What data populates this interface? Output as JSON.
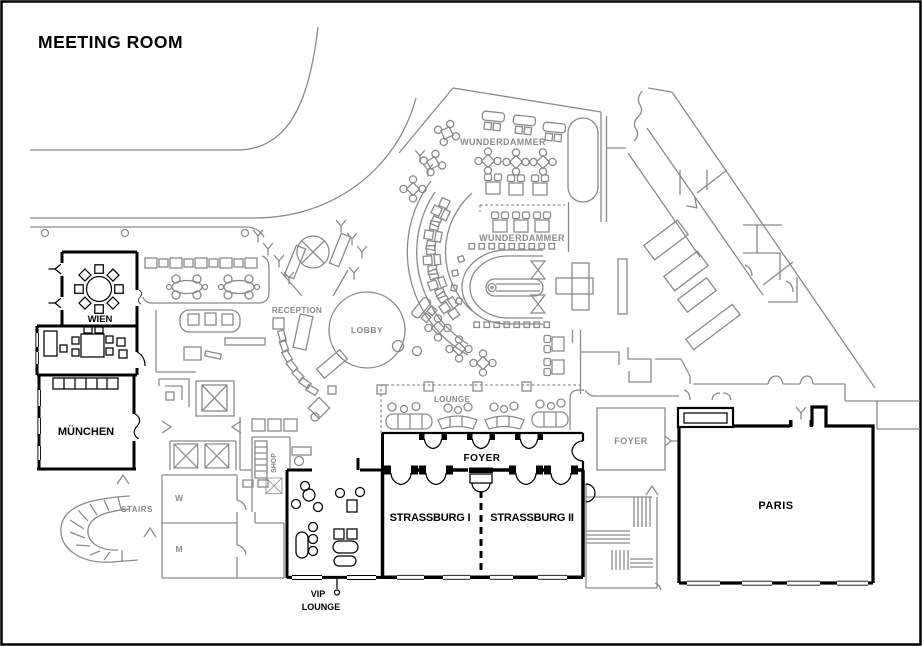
{
  "title": "MEETING ROOM",
  "colors": {
    "wall_black": "#000000",
    "line_gray": "#8a8a8a",
    "background": "#ffffff"
  },
  "rooms": {
    "wien": {
      "label": "WIEN"
    },
    "muenchen": {
      "label": "MÜNCHEN"
    },
    "vip_lounge": {
      "label_line1": "VIP",
      "label_line2": "LOUNGE"
    },
    "strassburg_1": {
      "label": "STRASSBURG I"
    },
    "strassburg_2": {
      "label": "STRASSBURG II"
    },
    "meeting_foyer": {
      "label": "FOYER"
    },
    "paris": {
      "label": "PARIS"
    },
    "paris_foyer": {
      "label": "FOYER"
    }
  },
  "areas": {
    "lobby": {
      "label": "LOBBY"
    },
    "reception": {
      "label": "RECEPTION"
    },
    "lounge": {
      "label": "LOUNGE"
    },
    "restaurant_upper": {
      "label": "WUNDERDAMMER"
    },
    "restaurant_lower": {
      "label": "WUNDERDAMMER"
    },
    "stairs": {
      "label": "STAIRS"
    },
    "shop": {
      "label": "SHOP"
    },
    "wc_women": {
      "label": "W"
    },
    "wc_men": {
      "label": "M"
    }
  }
}
